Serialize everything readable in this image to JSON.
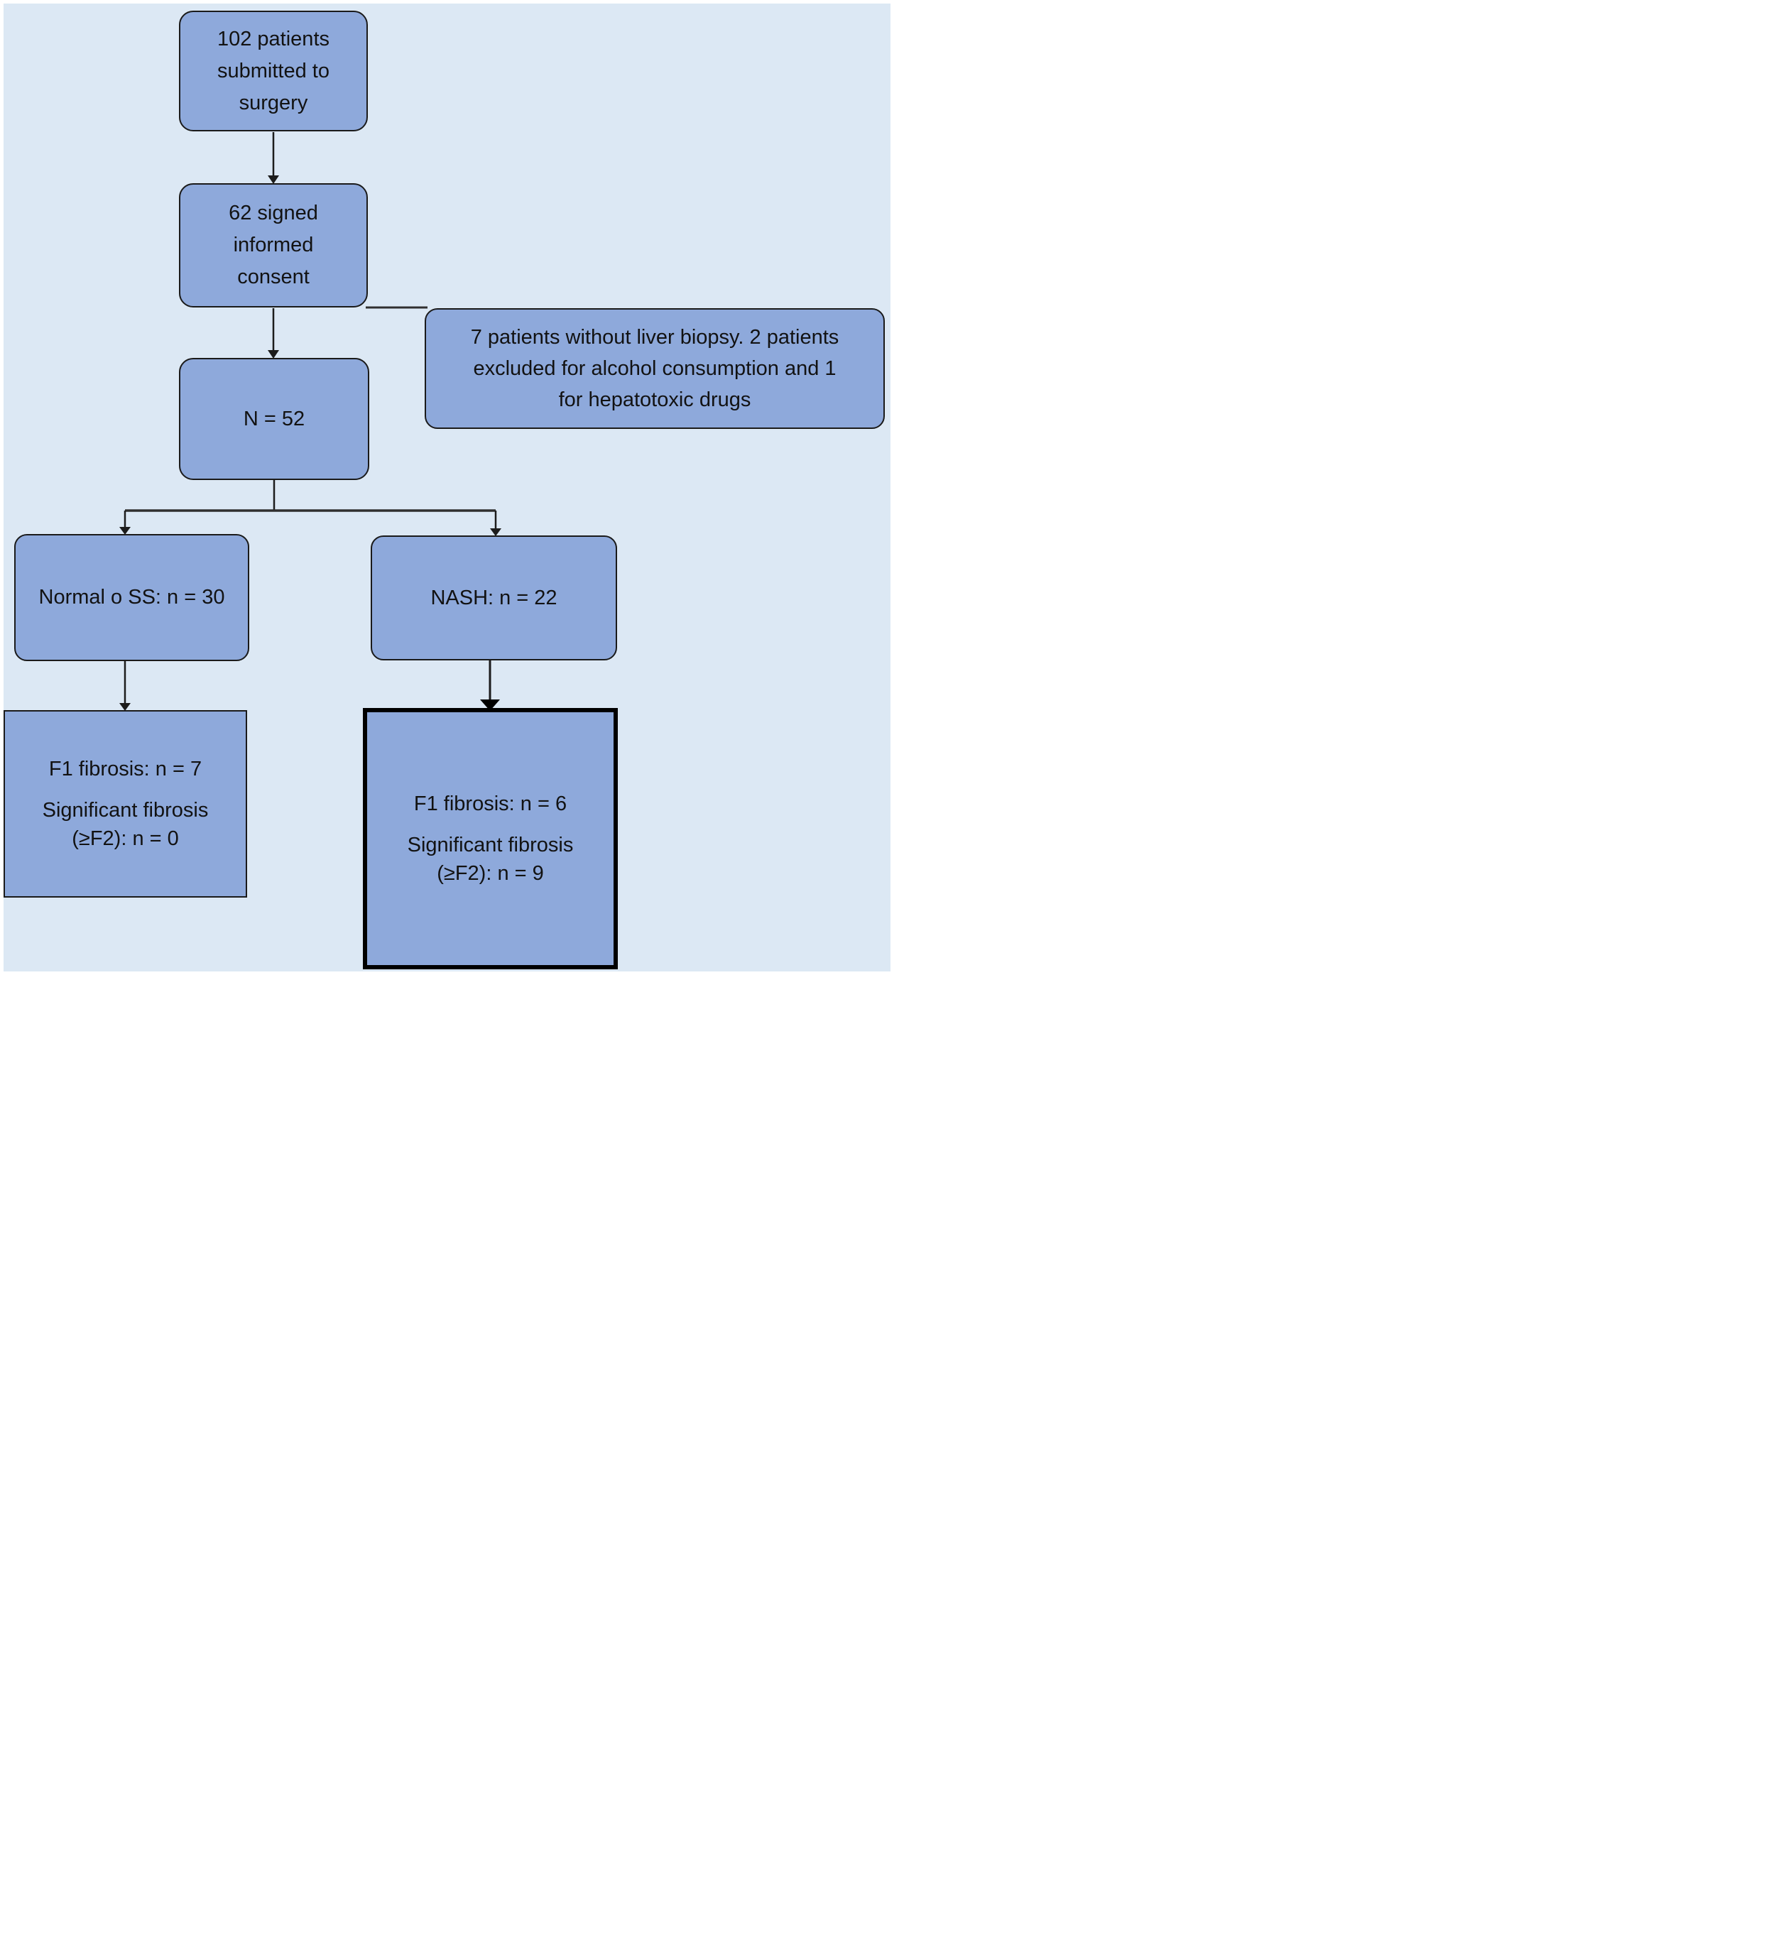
{
  "diagram": {
    "type": "flowchart",
    "colors": {
      "background": "#dce8f4",
      "node_fill": "#8ea9db",
      "node_border": "#1a1a1a",
      "connector": "#1c1c1c",
      "text": "#121212"
    },
    "nodes": {
      "surgery": {
        "lines": [
          "102 patients",
          "submitted to",
          "surgery"
        ]
      },
      "consent": {
        "lines": [
          "62 signed",
          "informed",
          "consent"
        ]
      },
      "n52": {
        "label": "N = 52"
      },
      "exclusion": {
        "lines": [
          "7 patients without liver biopsy. 2 patients",
          "excluded for alcohol consumption and 1",
          "for hepatotoxic drugs"
        ]
      },
      "normal_ss": {
        "label": "Normal o SS: n = 30"
      },
      "nash": {
        "label": "NASH: n = 22"
      },
      "normal_outcome": {
        "line1": "F1 fibrosis: n = 7",
        "line2": "Significant fibrosis",
        "line3": "(≥F2): n = 0"
      },
      "nash_outcome": {
        "line1": "F1 fibrosis: n = 6",
        "line2": "Significant fibrosis",
        "line3": "(≥F2): n = 9"
      }
    }
  }
}
